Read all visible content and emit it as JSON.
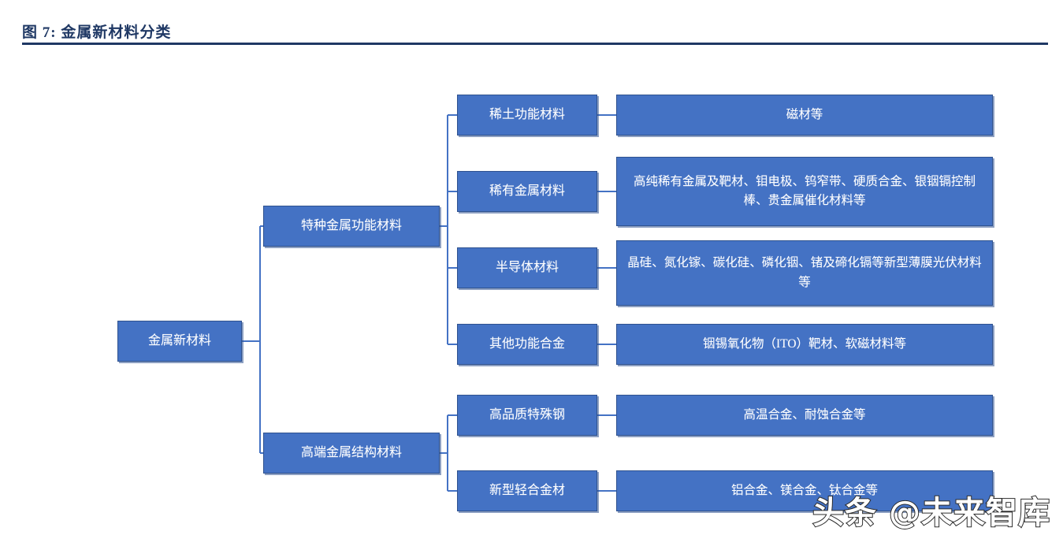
{
  "figure": {
    "title": "图 7: 金属新材料分类",
    "accent_color": "#1F3864",
    "box_fill": "#4472C4",
    "box_border": "#2F528F",
    "connector_color": "#4472C4"
  },
  "root": {
    "label": "金属新材料"
  },
  "branches": [
    {
      "label": "特种金属功能材料"
    },
    {
      "label": "高端金属结构材料"
    }
  ],
  "categories": [
    {
      "label": "稀土功能材料",
      "detail": "磁材等"
    },
    {
      "label": "稀有金属材料",
      "detail": "高纯稀有金属及靶材、钼电极、钨窄带、硬质合金、银铟镉控制棒、贵金属催化材料等"
    },
    {
      "label": "半导体材料",
      "detail": "晶硅、氮化镓、碳化硅、磷化铟、锗及碲化镉等新型薄膜光伏材料等"
    },
    {
      "label": "其他功能合金",
      "detail": "铟锡氧化物（ITO）靶材、软磁材料等"
    },
    {
      "label": "高品质特殊钢",
      "detail": "高温合金、耐蚀合金等"
    },
    {
      "label": "新型轻合金材",
      "detail": "铝合金、镁合金、钛合金等"
    }
  ],
  "watermark": {
    "text": "头条 @未来智库"
  }
}
